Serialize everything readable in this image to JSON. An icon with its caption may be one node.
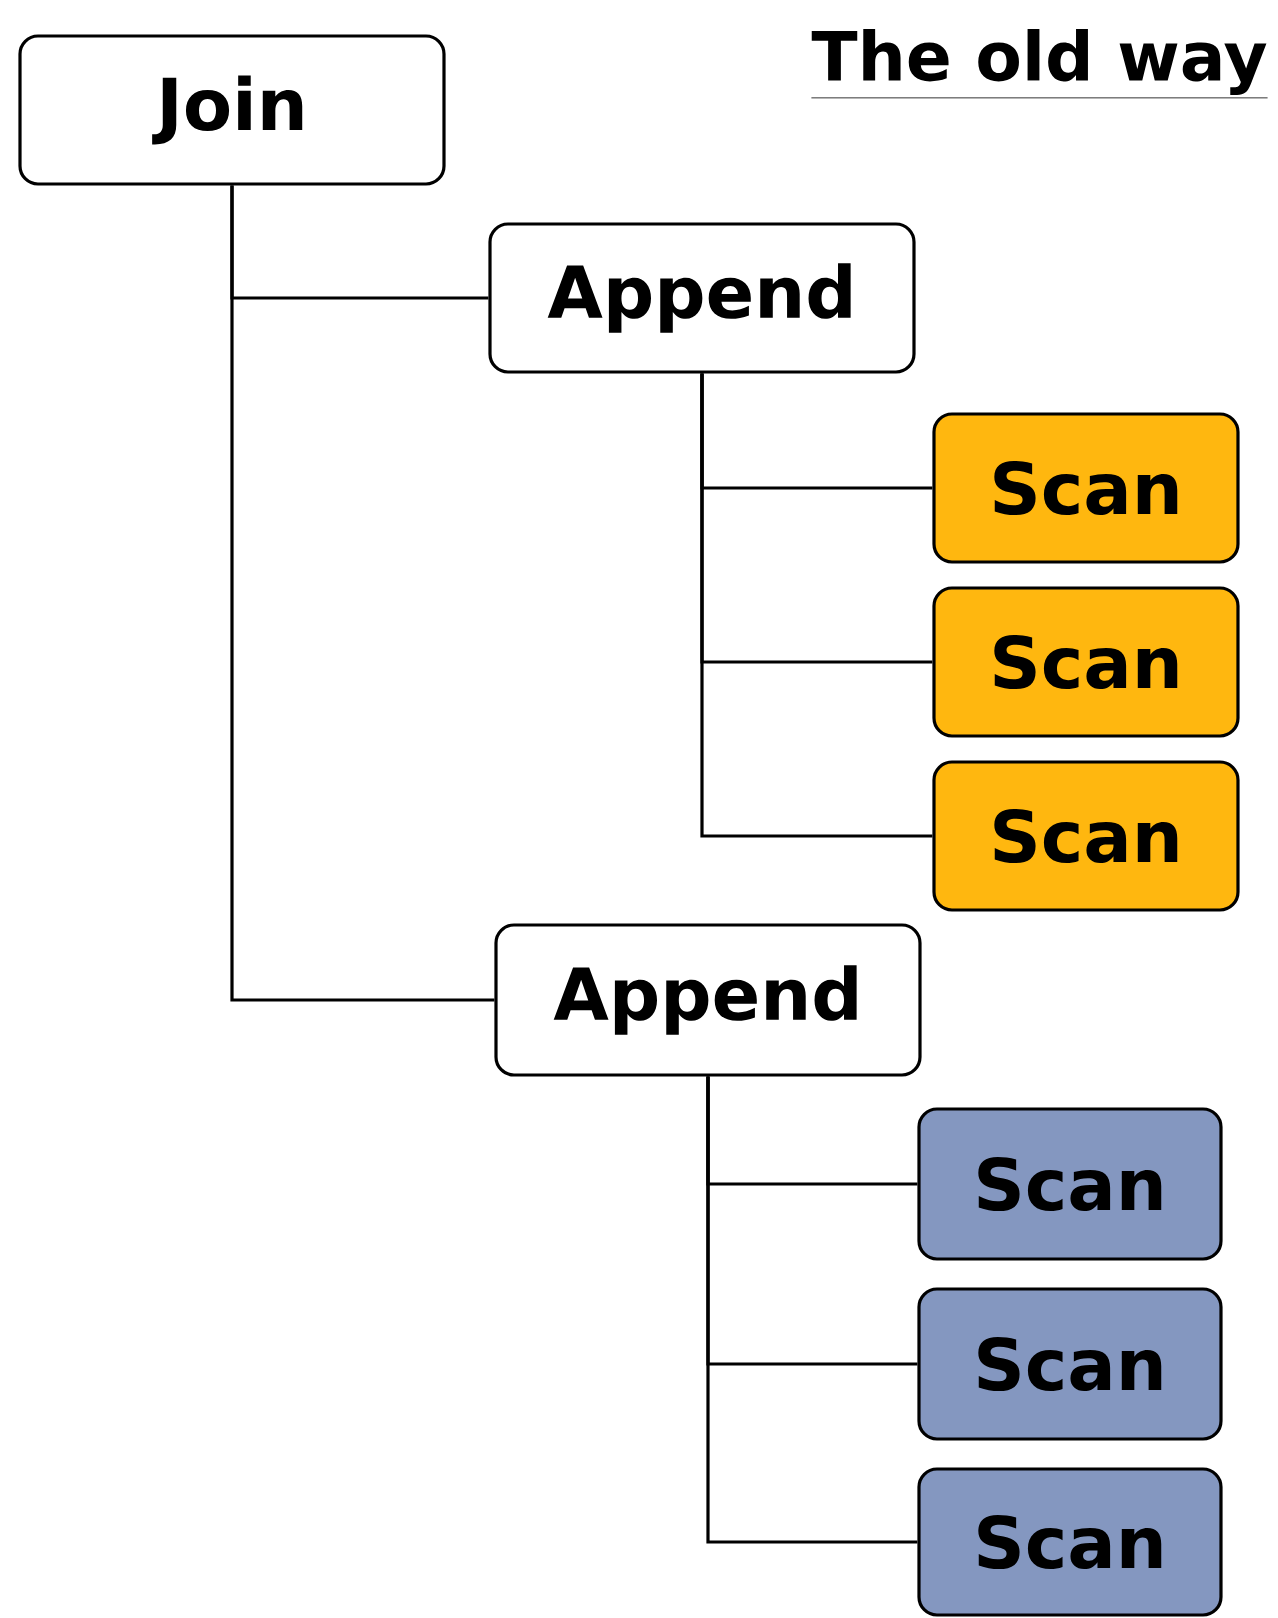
{
  "diagram": {
    "title": "The old way",
    "nodes": [
      {
        "text": [
          "Join"
        ]
      },
      {
        "text": [
          "Append"
        ]
      },
      {
        "text": [
          "Scan"
        ]
      },
      {
        "text": [
          "Scan"
        ]
      },
      {
        "text": [
          "Scan"
        ]
      },
      {
        "text": [
          "Append"
        ]
      },
      {
        "text": [
          "Scan"
        ]
      },
      {
        "text": [
          "Scan"
        ]
      },
      {
        "text": [
          "Scan"
        ]
      }
    ],
    "edges": [
      {
        "from": 0,
        "to": 1,
        "arrow": "none"
      },
      {
        "from": 1,
        "to": 2,
        "arrow": "none"
      },
      {
        "from": 1,
        "to": 3,
        "arrow": "none"
      },
      {
        "from": 1,
        "to": 4,
        "arrow": "none"
      },
      {
        "from": 0,
        "to": 5,
        "arrow": "none"
      },
      {
        "from": 5,
        "to": 6,
        "arrow": "none"
      },
      {
        "from": 5,
        "to": 7,
        "arrow": "none"
      },
      {
        "from": 5,
        "to": 8,
        "arrow": "none"
      }
    ]
  }
}
